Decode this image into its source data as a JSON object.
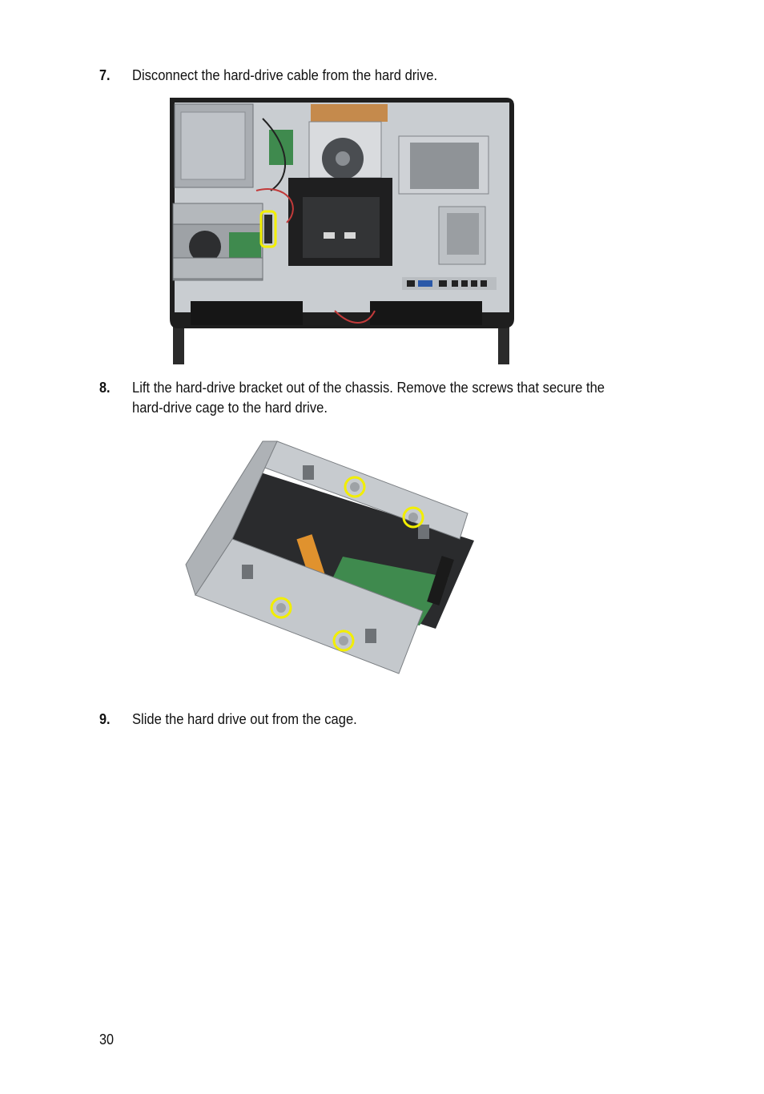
{
  "steps": [
    {
      "number": "7.",
      "text": "Disconnect the hard-drive cable from the hard drive."
    },
    {
      "number": "8.",
      "text": "Lift the hard-drive bracket out of the chassis. Remove the screws that secure the hard-drive cage to the hard drive."
    },
    {
      "number": "9.",
      "text": "Slide the hard drive out from the cage."
    }
  ],
  "page_number": "30",
  "colors": {
    "highlight": "#f2ee00",
    "metal": "#b8bcc0",
    "frame": "#1e1e1e",
    "board": "#3f8a4e"
  }
}
